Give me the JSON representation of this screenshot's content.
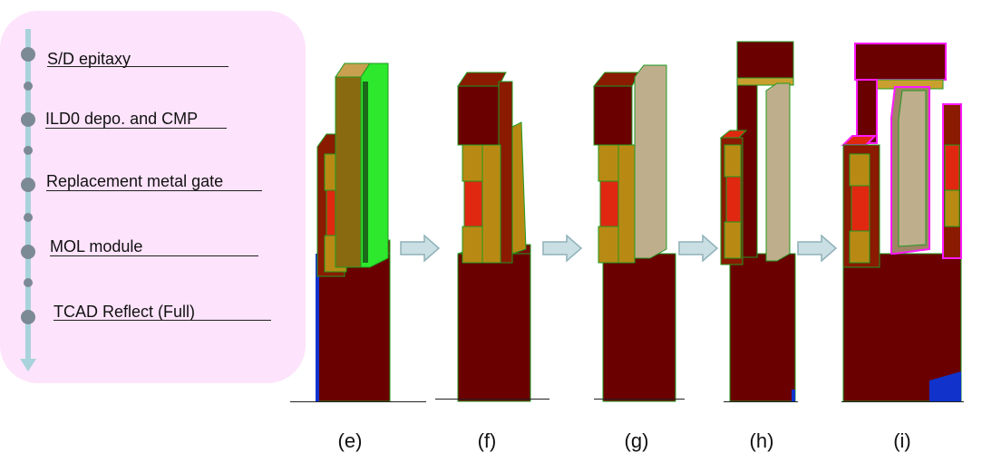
{
  "process_steps": [
    {
      "label": "S/D epitaxy"
    },
    {
      "label": "ILD0 depo. and CMP"
    },
    {
      "label": "Replacement metal gate"
    },
    {
      "label": "MOL module"
    },
    {
      "label": "TCAD Reflect (Full)"
    }
  ],
  "panels": [
    {
      "label": "(e)"
    },
    {
      "label": "(f)"
    },
    {
      "label": "(g)"
    },
    {
      "label": "(h)"
    },
    {
      "label": "(i)"
    }
  ],
  "colors": {
    "panel_bg": "#fde3fb",
    "timeline": "#a9d3dc",
    "dot": "#7c8a96",
    "arrow_fill": "#c9dfe4",
    "arrow_stroke": "#8fb1b8",
    "substrate": "#6b0000",
    "gate_red": "#e02810",
    "spacer_gold": "#b88a14",
    "outline_green": "#1f9a1f",
    "bright_green": "#2ee82e",
    "beige": "#bfae8c",
    "magenta": "#ff1aff",
    "blue": "#1133cc"
  }
}
